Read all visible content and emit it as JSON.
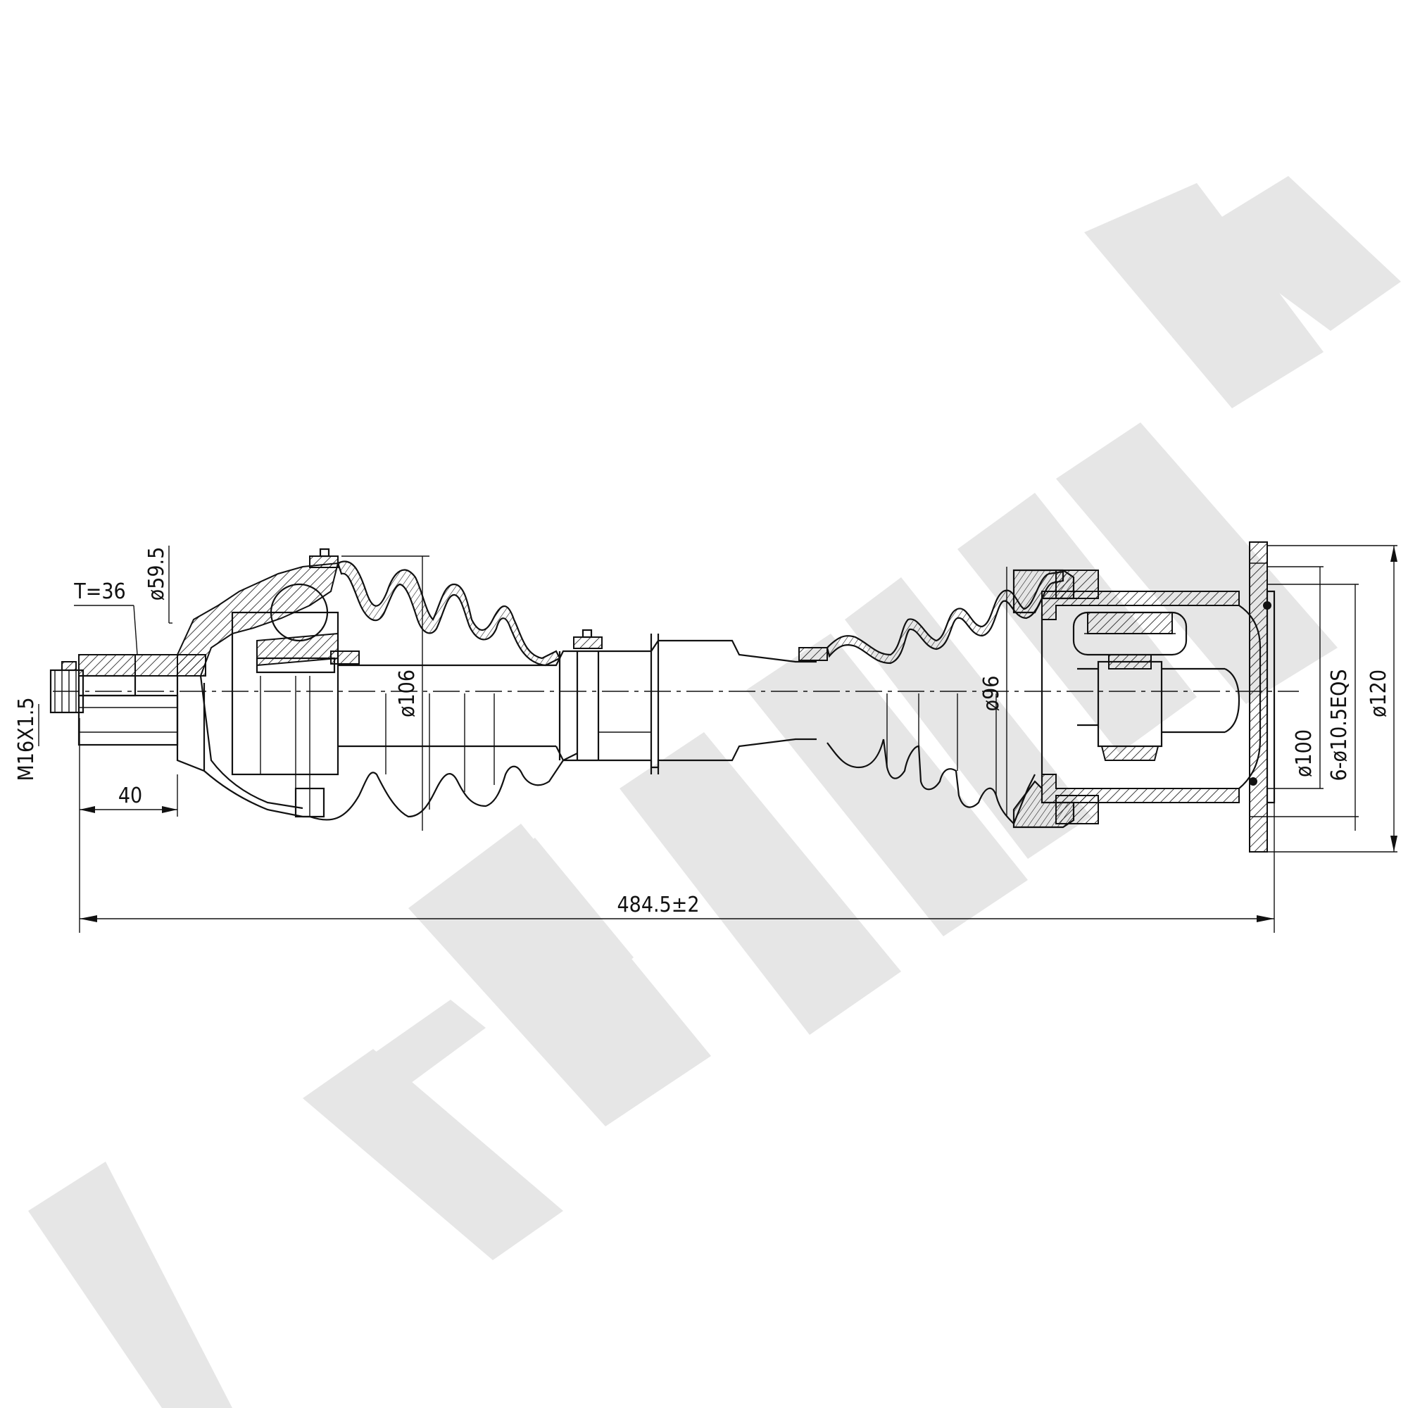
{
  "watermark": {
    "text": "ZENNEK",
    "color": "#e6e6e6"
  },
  "dimensions": {
    "overall_length": "484.5±2",
    "thread": "M16X1.5",
    "nut_width": "T=36",
    "outer_diameter_small": "ø59.5",
    "outer_boot_diameter": "ø106",
    "inner_boot_diameter": "ø96",
    "stub_length": "40",
    "flange_pcd": "ø100",
    "bolt_holes": "6-ø10.5EQS",
    "flange_diameter": "ø120"
  },
  "colors": {
    "line": "#111111",
    "background": "#ffffff"
  }
}
